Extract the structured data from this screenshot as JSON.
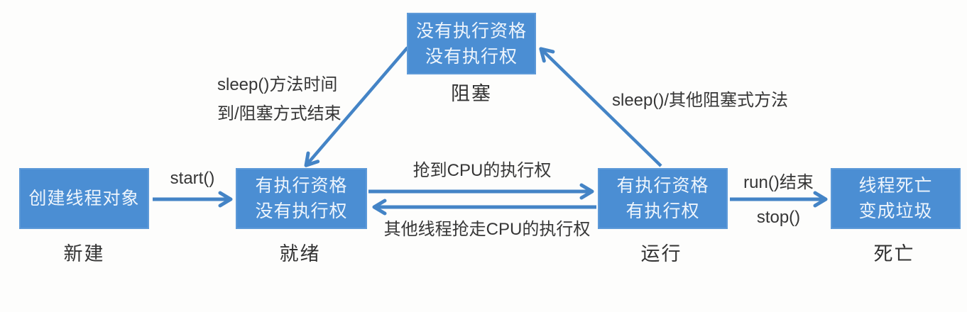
{
  "diagram": {
    "states": {
      "new": {
        "lines": [
          "创建线程对象"
        ],
        "label": "新建"
      },
      "ready": {
        "lines": [
          "有执行资格",
          "没有执行权"
        ],
        "label": "就绪"
      },
      "running": {
        "lines": [
          "有执行资格",
          "有执行权"
        ],
        "label": "运行"
      },
      "blocked": {
        "lines": [
          "没有执行资格",
          "没有执行权"
        ],
        "label": "阻塞"
      },
      "dead": {
        "lines": [
          "线程死亡",
          "变成垃圾"
        ],
        "label": "死亡"
      }
    },
    "transitions": {
      "start": {
        "from": "新建",
        "to": "就绪",
        "label": "start()"
      },
      "acquire_cpu": {
        "from": "就绪",
        "to": "运行",
        "label": "抢到CPU的执行权"
      },
      "lose_cpu": {
        "from": "运行",
        "to": "就绪",
        "label": "其他线程抢走CPU的执行权"
      },
      "to_blocked": {
        "from": "运行",
        "to": "阻塞",
        "label": "sleep()/其他阻塞式方法"
      },
      "from_blocked": {
        "from": "阻塞",
        "to": "就绪",
        "lines": [
          "sleep()方法时间",
          "到/阻塞方式结束"
        ]
      },
      "to_dead": {
        "from": "运行",
        "to": "死亡",
        "lines": [
          "run()结束",
          "stop()"
        ]
      }
    },
    "colors": {
      "box_fill": "#4b8ed3",
      "box_border": "#5e9ad8",
      "box_text": "#eef5fc",
      "arrow": "#4484c6",
      "label_text": "#363636",
      "background": "#fdfdfc"
    }
  }
}
